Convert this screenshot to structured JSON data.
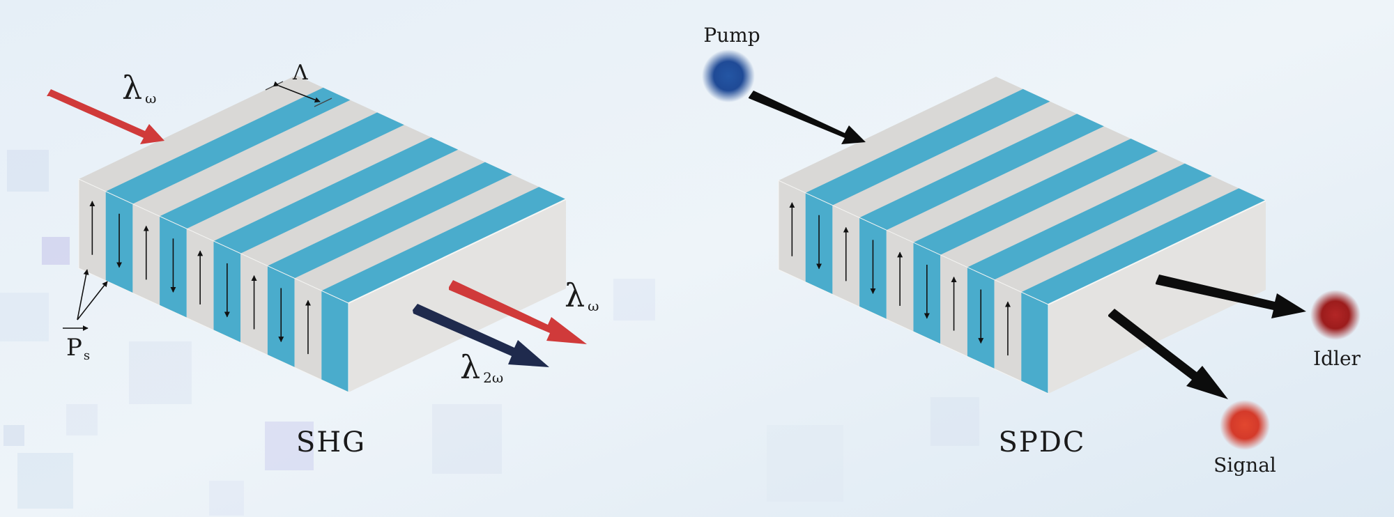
{
  "shg": {
    "input_lambda": "λ",
    "input_sub": "ω",
    "period": "Λ",
    "ps_main": "P",
    "ps_sub": "s",
    "out_red_lambda": "λ",
    "out_red_sub": "ω",
    "out_blue_lambda": "λ",
    "out_blue_sub": "2ω",
    "caption": "SHG"
  },
  "spdc": {
    "pump": "Pump",
    "idler": "Idler",
    "signal": "Signal",
    "caption": "SPDC"
  },
  "colors": {
    "domain_blue": "#4aaccc",
    "domain_gray": "#d9d8d6",
    "red_beam": "#d03a3a",
    "navy_beam": "#1f2a4d",
    "pump": "#1f4a96",
    "idler": "#9c1c1c",
    "signal": "#d43a2a"
  }
}
